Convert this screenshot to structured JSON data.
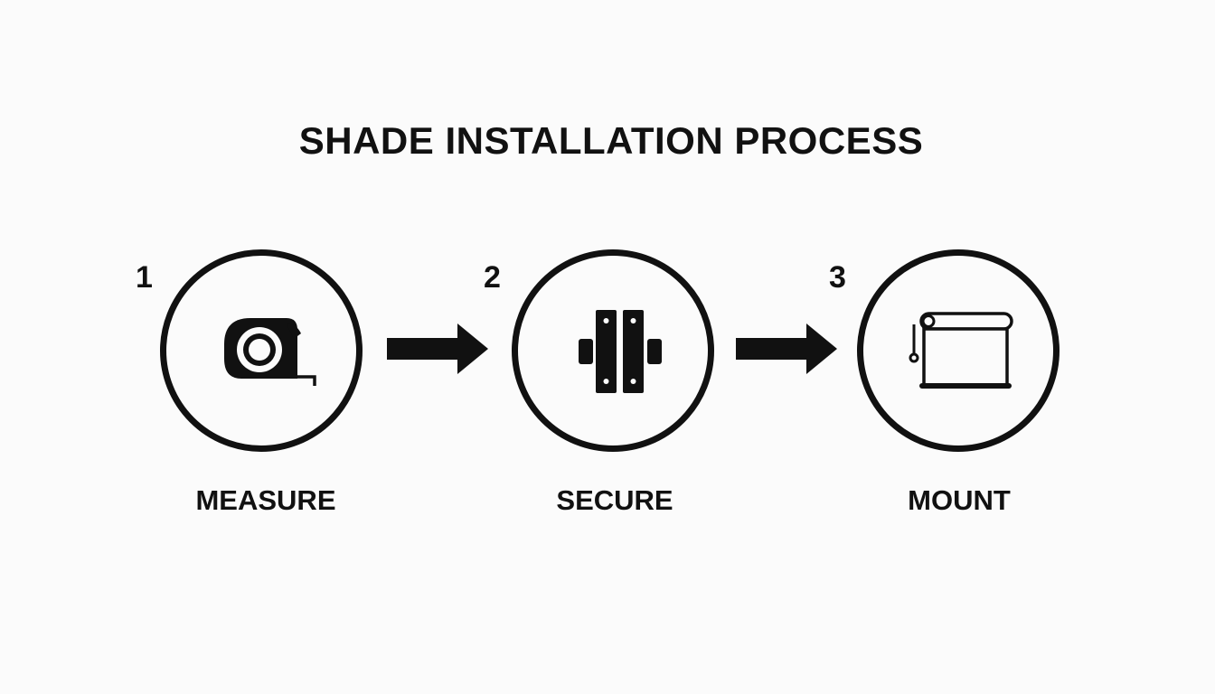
{
  "title": "SHADE INSTALLATION PROCESS",
  "steps": [
    {
      "number": "1",
      "label": "MEASURE",
      "icon": "tape-measure-icon"
    },
    {
      "number": "2",
      "label": "SECURE",
      "icon": "mounting-bracket-icon"
    },
    {
      "number": "3",
      "label": "MOUNT",
      "icon": "roller-shade-icon"
    }
  ],
  "colors": {
    "background": "#fbfbfb",
    "ink": "#111111"
  }
}
